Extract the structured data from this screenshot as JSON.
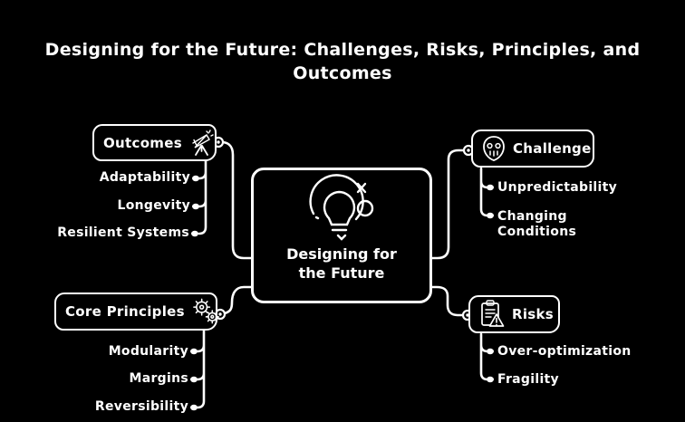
{
  "title": "Designing for the Future: Challenges, Risks, Principles, and Outcomes",
  "colors": {
    "background": "#000000",
    "foreground": "#ffffff"
  },
  "central": {
    "label": "Designing for the Future",
    "icon": "lightbulb-idea-icon"
  },
  "branches": {
    "outcomes": {
      "label": "Outcomes",
      "icon": "telescope-icon",
      "children": [
        "Adaptability",
        "Longevity",
        "Resilient Systems"
      ]
    },
    "challenge": {
      "label": "Challenge",
      "icon": "mask-icon",
      "children": [
        "Unpredictability",
        "Changing Conditions"
      ]
    },
    "core_principles": {
      "label": "Core Principles",
      "icon": "gears-icon",
      "children": [
        "Modularity",
        "Margins",
        "Reversibility"
      ]
    },
    "risks": {
      "label": "Risks",
      "icon": "clipboard-warning-icon",
      "children": [
        "Over-optimization",
        "Fragility"
      ]
    }
  }
}
